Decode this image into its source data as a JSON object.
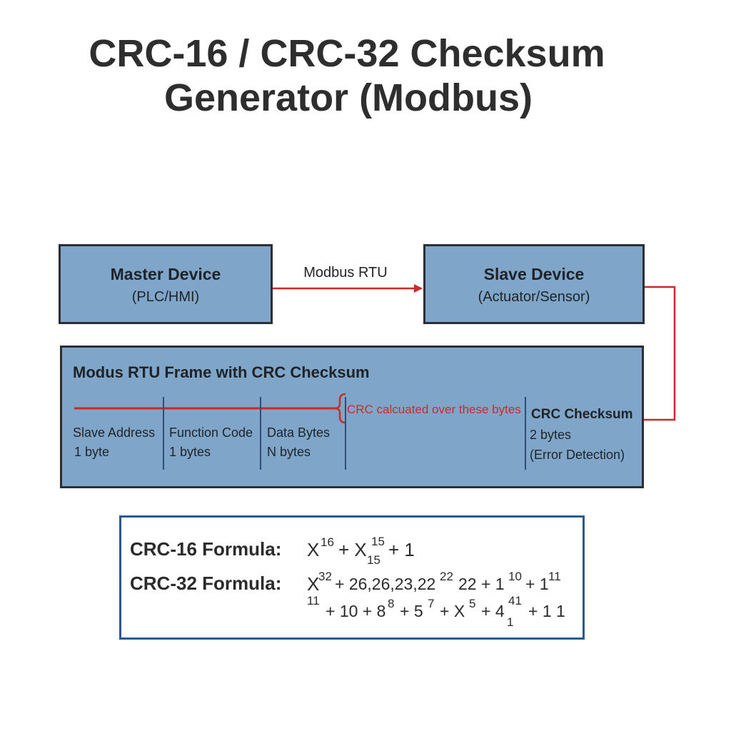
{
  "title": {
    "line1": "CRC-16 / CRC-32 Checksum",
    "line2": "Generator (Modbus)"
  },
  "master": {
    "name": "Master Device",
    "sub": "(PLC/HMI)"
  },
  "slave": {
    "name": "Slave Device",
    "sub": "(Actuator/Sensor)"
  },
  "connection_label": "Modbus RTU",
  "frame": {
    "title": "Modus RTU Frame with CRC Checksum",
    "crc_note": "CRC calcuated over these bytes",
    "fields": [
      {
        "name": "Slave Address",
        "size": "1 byte"
      },
      {
        "name": "Function Code",
        "size": "1 bytes"
      },
      {
        "name": "Data Bytes",
        "size": "N bytes"
      }
    ],
    "crc_field": {
      "name": "CRC Checksum",
      "size": "2 bytes",
      "purpose": "(Error Detection)"
    }
  },
  "formulas": {
    "crc16": {
      "label": "CRC-16 Formula:",
      "base": "X",
      "sup1": "16",
      "mid": "+ X",
      "sub1": "15",
      "sup2": "15",
      "tail": "+ 1"
    },
    "crc32": {
      "label": "CRC-32 Formula:",
      "base": "X",
      "sup1": "32",
      "mid": "+ 26,26,23,22",
      "sup2": "22",
      "mid2": "22 + 1",
      "sup3": "10",
      "mid3": "+ 1",
      "sup4": "11",
      "line2_lead_sup": "11",
      "line2_a": "+ 10 + 8",
      "line2_sup_a": "8",
      "line2_b": "+ 5",
      "line2_sup_b": "7",
      "line2_c": "+ X",
      "line2_sup_c": "5",
      "line2_d": "+ 4",
      "line2_sup_d": "41",
      "line2_sub_d": "1",
      "line2_tail": "+ 1 1"
    }
  },
  "colors": {
    "box_fill": "#7fa6c8",
    "box_border": "#2b2f33",
    "arrow": "#cc2a2a",
    "formula_border": "#2b5b8e",
    "divider": "#2e4e78"
  }
}
